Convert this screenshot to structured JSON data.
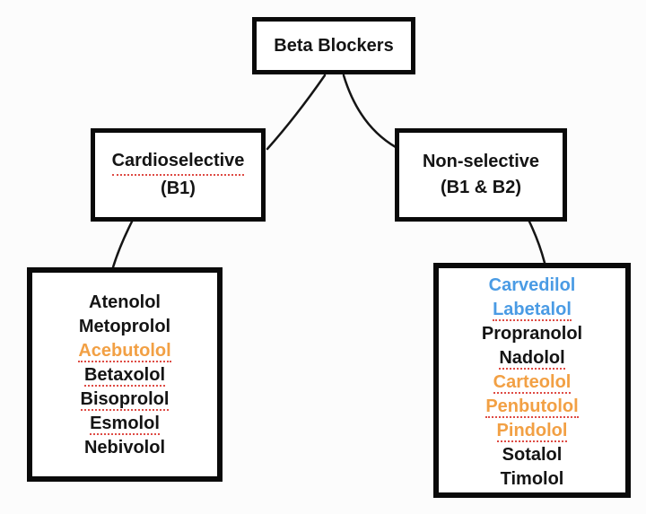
{
  "root": {
    "label": "Beta Blockers"
  },
  "branches": {
    "left": {
      "line1": "Cardioselective",
      "line2": "(B1)",
      "line1_misspelled": true
    },
    "right": {
      "line1": "Non-selective",
      "line2": "(B1 & B2)",
      "line1_misspelled": false
    }
  },
  "lists": {
    "cardioselective": [
      {
        "label": "Atenolol",
        "color": "black",
        "misspelled": false
      },
      {
        "label": "Metoprolol",
        "color": "black",
        "misspelled": false
      },
      {
        "label": "Acebutolol",
        "color": "orange",
        "misspelled": true
      },
      {
        "label": "Betaxolol",
        "color": "black",
        "misspelled": true
      },
      {
        "label": "Bisoprolol",
        "color": "black",
        "misspelled": true
      },
      {
        "label": "Esmolol",
        "color": "black",
        "misspelled": true
      },
      {
        "label": "Nebivolol",
        "color": "black",
        "misspelled": false
      }
    ],
    "non_selective": [
      {
        "label": "Carvedilol",
        "color": "blue",
        "misspelled": false
      },
      {
        "label": "Labetalol",
        "color": "blue",
        "misspelled": true
      },
      {
        "label": "Propranolol",
        "color": "black",
        "misspelled": false
      },
      {
        "label": "Nadolol",
        "color": "black",
        "misspelled": true
      },
      {
        "label": "Carteolol",
        "color": "orange",
        "misspelled": true
      },
      {
        "label": "Penbutolol",
        "color": "orange",
        "misspelled": true
      },
      {
        "label": "Pindolol",
        "color": "orange",
        "misspelled": true
      },
      {
        "label": "Sotalol",
        "color": "black",
        "misspelled": false
      },
      {
        "label": "Timolol",
        "color": "black",
        "misspelled": false
      }
    ]
  },
  "colors": {
    "black": "#141414",
    "blue": "#4a9be4",
    "orange": "#f2a044",
    "underline": "#de4b44",
    "border": "#0a0a0a",
    "connector": "#151515"
  }
}
